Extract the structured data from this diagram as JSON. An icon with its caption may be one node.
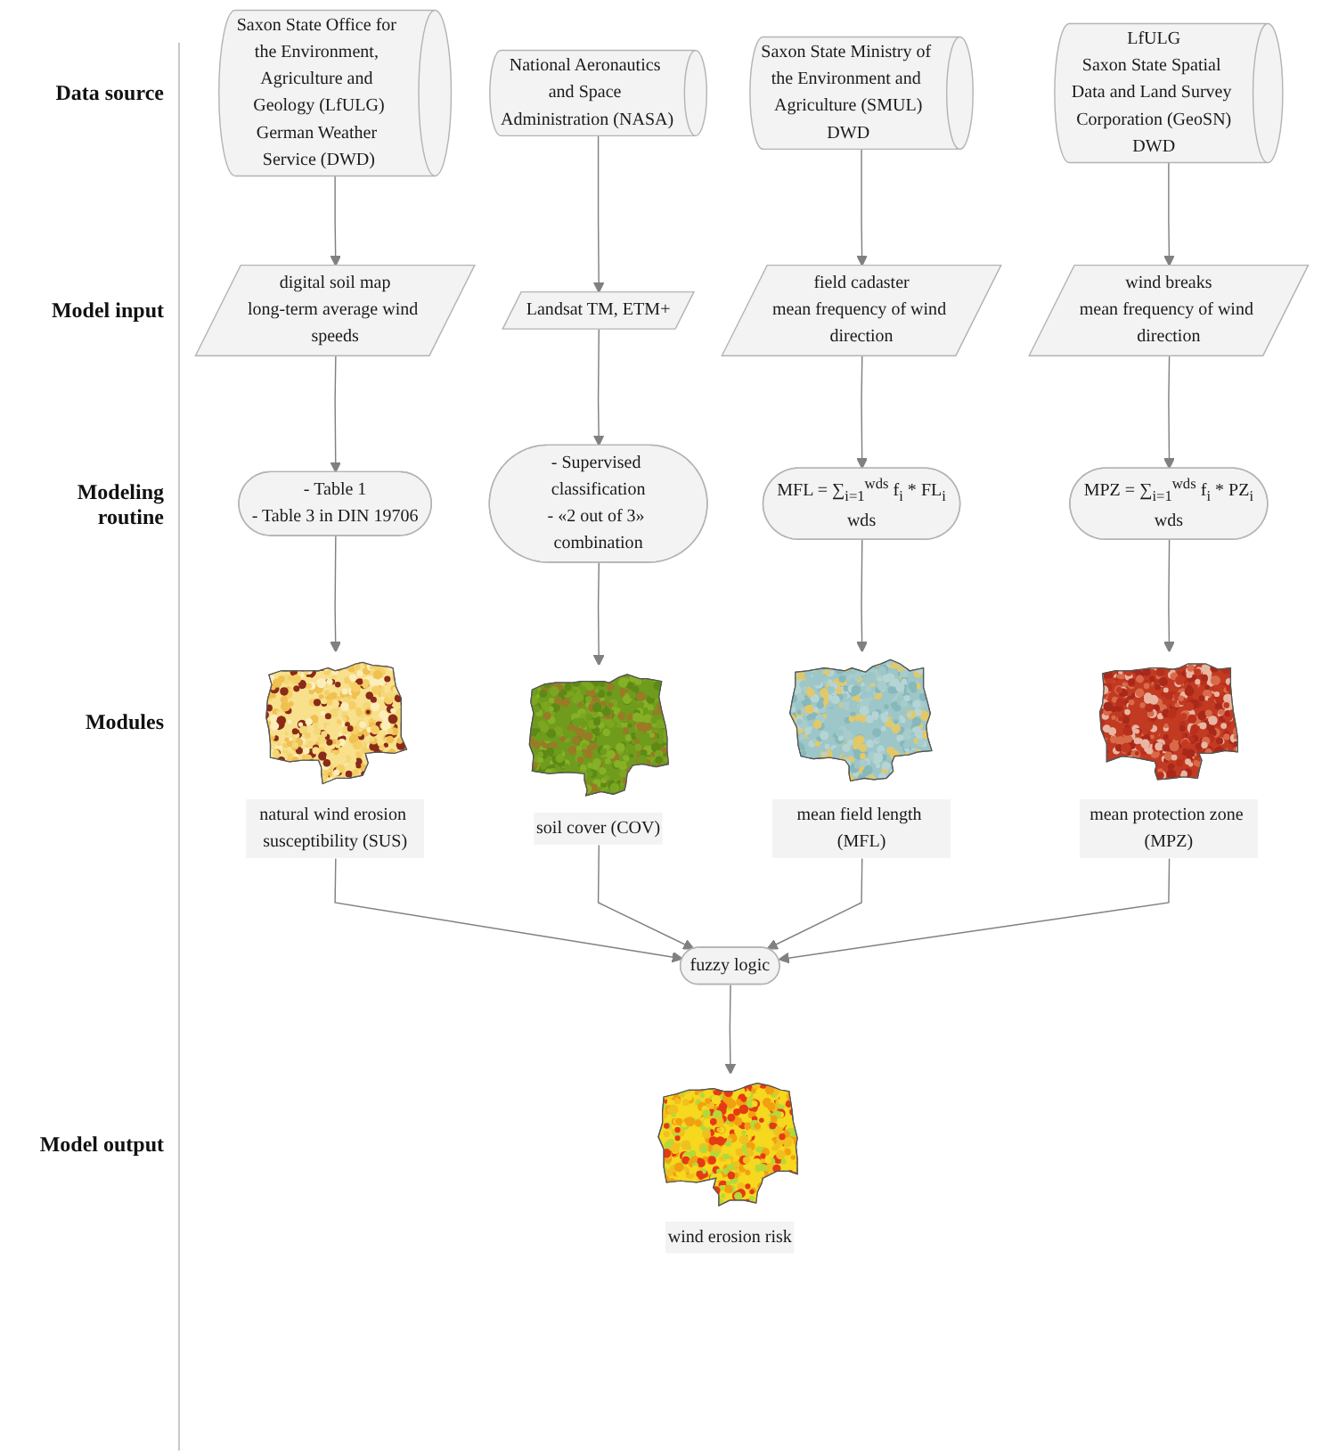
{
  "diagram": {
    "nodes": [
      {
        "text": [
          "Saxon State Office for the Environment, Agriculture and Geology (LfULG)",
          "German Weather Service (DWD)"
        ]
      },
      {
        "text": [
          "National Aeronautics and Space Administration (NASA)"
        ]
      },
      {
        "text": [
          "Saxon State Ministry of the Environment and Agriculture (SMUL)",
          "DWD"
        ]
      },
      {
        "text": [
          "LfULG",
          "Saxon State Spatial Data and Land Survey Corporation (GeoSN)",
          "DWD"
        ]
      },
      {
        "text": [
          "digital soil map",
          "long-term average wind speeds"
        ]
      },
      {
        "text": [
          "Landsat TM, ETM+"
        ]
      },
      {
        "text": [
          "field cadaster",
          "mean frequency of wind direction"
        ]
      },
      {
        "text": [
          "wind breaks",
          "mean frequency of wind direction"
        ]
      },
      {
        "text": [
          "- Table 1",
          "- Table 3 in DIN 19706"
        ]
      },
      {
        "text": [
          "- Supervised classification",
          "- «2 out of 3» combination"
        ]
      },
      {
        "text": [
          "MFL = ∑$_{i=1}$$^{wds}$ f$_{i}$ * FL$_{i}$",
          "wds"
        ]
      },
      {
        "text": [
          "MPZ = ∑$_{i=1}$$^{wds}$ f$_{i}$ * PZ$_{i}$",
          "wds"
        ]
      },
      {
        "text": [],
        "shape": "picture",
        "beside": [
          "natural wind erosion susceptibility (SUS)"
        ]
      },
      {
        "text": [],
        "shape": "picture",
        "beside": [
          "soil cover (COV)"
        ]
      },
      {
        "text": [],
        "shape": "picture",
        "beside": [
          "mean field length (MFL)"
        ]
      },
      {
        "text": [],
        "shape": "picture",
        "beside": [
          "mean protection zone (MPZ)"
        ]
      },
      {
        "text": [
          "fuzzy logic"
        ]
      },
      {
        "text": [],
        "shape": "picture",
        "beside": [
          "wind erosion risk"
        ]
      }
    ],
    "edges": [
      {
        "from": 0,
        "to": 4,
        "arrow": "to"
      },
      {
        "from": 1,
        "to": 5,
        "arrow": "to"
      },
      {
        "from": 2,
        "to": 6,
        "arrow": "to"
      },
      {
        "from": 3,
        "to": 7,
        "arrow": "to"
      },
      {
        "from": 4,
        "to": 8,
        "arrow": "to"
      },
      {
        "from": 5,
        "to": 9,
        "arrow": "to"
      },
      {
        "from": 6,
        "to": 10,
        "arrow": "to"
      },
      {
        "from": 7,
        "to": 11,
        "arrow": "to"
      },
      {
        "from": 8,
        "to": 12,
        "arrow": "to"
      },
      {
        "from": 9,
        "to": 13,
        "arrow": "to"
      },
      {
        "from": 10,
        "to": 14,
        "arrow": "to"
      },
      {
        "from": 11,
        "to": 15,
        "arrow": "to"
      },
      {
        "from": 12,
        "to": 16,
        "arrow": "to"
      },
      {
        "from": 13,
        "to": 16,
        "arrow": "to"
      },
      {
        "from": 14,
        "to": 16,
        "arrow": "to"
      },
      {
        "from": 15,
        "to": 16,
        "arrow": "to"
      },
      {
        "from": 16,
        "to": 17,
        "arrow": "to"
      }
    ],
    "labels": [
      "Data source",
      "Model input",
      "Modeling routine",
      "Modules",
      "Model output"
    ]
  }
}
